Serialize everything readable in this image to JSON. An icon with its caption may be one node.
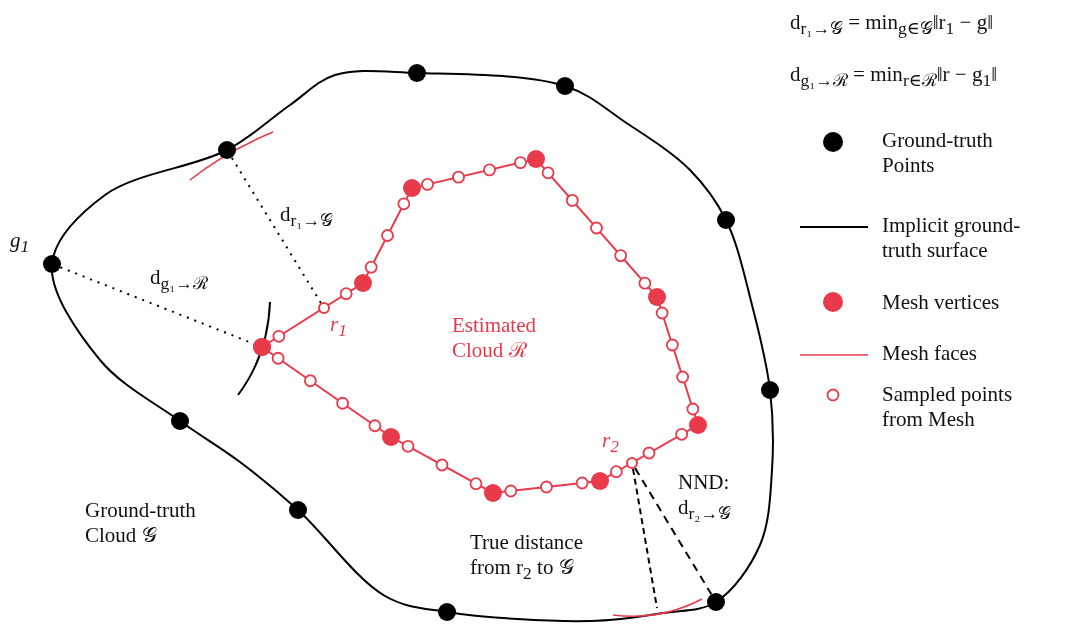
{
  "diagram": {
    "nodes": [
      {
        "text": [],
        "shape": "circle"
      },
      {
        "text": [],
        "shape": "circle",
        "beside": [
          "r$_{1}$"
        ]
      },
      {
        "text": [],
        "shape": "circle",
        "beside": [
          "g$_{1}$"
        ]
      },
      {
        "text": [],
        "shape": "circle"
      },
      {
        "text": [],
        "shape": "circle",
        "beside": [
          "r$_{2}$"
        ]
      },
      {
        "text": [],
        "shape": "circle"
      },
      {
        "text": [],
        "shape": "arc"
      }
    ],
    "edges": [
      {
        "from": 1,
        "to": 0,
        "arrow": "none",
        "style": "dashed",
        "label": "d$_{r₁→𝒢}$"
      },
      {
        "from": 2,
        "to": 3,
        "arrow": "none",
        "style": "dashed",
        "label": "d$_{g₁→ℛ}$"
      },
      {
        "from": 4,
        "to": 6,
        "arrow": "none",
        "style": "dashed",
        "label": "True distance from r$_{2}$ to 𝒢"
      },
      {
        "from": 4,
        "to": 5,
        "arrow": "none",
        "style": "dashed",
        "label": "NND: d$_{r₂→𝒢}$"
      }
    ],
    "labels": [
      "d$_{r₁→𝒢}$ = min$_{g∈𝒢}$‖r$_{1}$ − g‖",
      "d$_{g₁→ℛ}$ = min$_{r∈ℛ}$‖r − g$_{1}$‖",
      "Estimated Cloud ℛ",
      "Ground-truth Cloud 𝒢"
    ],
    "legend": [
      {
        "text": "Ground-truth Points"
      },
      {
        "text": "Implicit ground-truth surface"
      },
      {
        "text": "Mesh vertices"
      },
      {
        "text": "Mesh faces"
      },
      {
        "text": "Sampled points from Mesh"
      }
    ]
  }
}
